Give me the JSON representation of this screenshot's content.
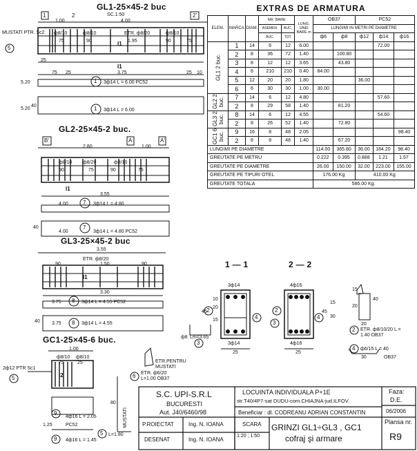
{
  "beams": {
    "gl1": {
      "title": "GL1-25×45-2 buc",
      "scale": "SC.1:50",
      "callouts": [
        "1",
        "2",
        "2'"
      ],
      "stirrup_label": "MUSTATI PTR. Sc2",
      "stirrup_mark": "5",
      "span_dims": [
        "1.00",
        "4.00"
      ],
      "spacing": [
        "ф8/10",
        "ф8/10",
        "ETR. ф8/20",
        "ф8/10"
      ],
      "spacing_dims": [
        "75",
        "90",
        "1.95",
        "90",
        "75"
      ],
      "pitch": "25",
      "bottom_dims": [
        "75",
        "25",
        "3.75",
        "25",
        "10"
      ],
      "section": "I1",
      "bar1_text": "3ф14  L = 6.00  PC52",
      "bar1_len": "5.20",
      "bar1_mark": "1",
      "bar1b_text": "3ф14  L = 6.00",
      "bar1b_len": "5.20",
      "bar1b_mark": "1",
      "h": "40"
    },
    "gl2": {
      "title": "GL2-25×45-2 buc.",
      "callouts": [
        "B'",
        "A",
        "A'"
      ],
      "span_dims": [
        "2.80",
        "1.00"
      ],
      "spacing": [
        "ф8/10",
        "ф8/20",
        "ф8/10"
      ],
      "spacing_dims": [
        "90",
        "75",
        "90",
        "75"
      ],
      "section": "I1",
      "len": "3.55",
      "bar1_text": "3ф14  L = 4.80",
      "bar1_len": "4.00",
      "bar1_mark": "7",
      "bar2_text": "3ф14  L = 4.80  PC52",
      "bar2_len": "4.00",
      "bar2_mark": "7",
      "h": "40"
    },
    "gl3": {
      "title": "GL3-25×45-2 buc",
      "span": "3.55",
      "spacing": "ETR. ф8/20",
      "spacing_dims": [
        "90",
        "1.50",
        "90"
      ],
      "section": "I1",
      "len": "3.30",
      "bar1_text": "3ф14  L = 4.55  PC52",
      "bar1_len": "3.75",
      "bar1_mark": "8",
      "bar2_text": "3ф14  L = 4.55",
      "bar2_len": "3.75",
      "bar2_mark": "8",
      "h": "40"
    },
    "gc1": {
      "title": "GC1-25×45-6 buc.",
      "span": "1.00",
      "spacing": [
        "ф8/10",
        "ф8/10"
      ],
      "spacing_dims": [
        "75",
        "25"
      ],
      "note": "2ф12 PTR Sc1",
      "note_mark": "5",
      "section": "I2",
      "bar1_text": "4ф16  L = 2.05",
      "bar1_len": "1.25",
      "bar1_mark": "9",
      "bar1_grade": "PC52",
      "bar2_text": "4ф16  L = 1.45",
      "bar2_mark": "9",
      "mustati": "MUSTATI",
      "mustati_mark": "5",
      "mustati_len": "L=1.80",
      "mustati_dim": "80",
      "etr_note": "ETR.PENTRU MUSTATI",
      "etr_mark": "6",
      "etr_text": "ETR. ф6/20 L=1.00 OB37"
    }
  },
  "sections": {
    "s11": {
      "title": "1 — 1",
      "top": "3ф14",
      "bottom": "3ф14",
      "width": "25",
      "height": "45",
      "dims": [
        "10",
        "20",
        "15"
      ],
      "marks": [
        "2",
        "4",
        "3"
      ],
      "hook": "Lm=3.65",
      "hook_mark": "3",
      "bar": "ф8"
    },
    "s22": {
      "title": "2 — 2",
      "top": "4ф16",
      "bottom": "4ф16",
      "width": "25",
      "height": "45",
      "dims": [
        "15",
        "30"
      ],
      "marks": [
        "2",
        "4",
        "3"
      ]
    },
    "details": {
      "etr_mark": "2",
      "etr_text": "ETR. ф8/10/20  L = 1.40  OB37",
      "pin_mark": "4",
      "pin_text": "ф6/15  L = 40",
      "pin_grade": "OB37",
      "pin_dim": "30",
      "dims": [
        "40",
        "20",
        "20",
        "15"
      ]
    }
  },
  "table": {
    "title": "EXTRAS DE ARMATURA",
    "headers": {
      "elem": "ELEM.",
      "marca": "MARCA",
      "diam": "DIAM.",
      "nr_bare": "NR. BARE",
      "nr_sub": [
        "ASEMEN.",
        "BUC.",
        "TOT."
      ],
      "lung": "LUNG. UNEI BARE m",
      "ob37": "OB37",
      "pc52": "PC52",
      "lung_header": "LUNGIMI IN METRI PE DIAMETRE",
      "diams": [
        "ф6",
        "ф8",
        "ф12",
        "ф14",
        "ф16"
      ]
    },
    "groups": [
      {
        "name": "GL1 2 buc.",
        "rows": [
          {
            "m": "1",
            "d": "14",
            "a": "6",
            "b": "12",
            "l": "6.00",
            "v": [
              "",
              "",
              "",
              "72.00",
              ""
            ]
          },
          {
            "m": "2",
            "d": "8",
            "a": "36",
            "b": "72",
            "l": "1.40",
            "v": [
              "",
              "100.80",
              "",
              "",
              ""
            ]
          },
          {
            "m": "3",
            "d": "8",
            "a": "12",
            "b": "12",
            "l": "3.65",
            "v": [
              "",
              "43.80",
              "",
              "",
              ""
            ]
          },
          {
            "m": "4",
            "d": "6",
            "a": "210",
            "b": "210",
            "l": "0.40",
            "v": [
              "84.00",
              "",
              "",
              "",
              ""
            ]
          },
          {
            "m": "5",
            "d": "12",
            "a": "20",
            "b": "20",
            "l": "1.80",
            "v": [
              "",
              "",
              "36.00",
              "",
              ""
            ]
          },
          {
            "m": "6",
            "d": "6",
            "a": "30",
            "b": "30",
            "l": "1.00",
            "v": [
              "30.00",
              "",
              "",
              "",
              ""
            ]
          }
        ]
      },
      {
        "name": "GL2 2 buc.",
        "rows": [
          {
            "m": "7",
            "d": "14",
            "a": "6",
            "b": "12",
            "l": "4.80",
            "v": [
              "",
              "",
              "",
              "57.60",
              ""
            ]
          },
          {
            "m": "2",
            "d": "8",
            "a": "29",
            "b": "58",
            "l": "1.40",
            "v": [
              "",
              "81.20",
              "",
              "",
              ""
            ]
          }
        ]
      },
      {
        "name": "GL3 2 buc.",
        "rows": [
          {
            "m": "8",
            "d": "14",
            "a": "6",
            "b": "12",
            "l": "4.55",
            "v": [
              "",
              "",
              "",
              "54.60",
              ""
            ]
          },
          {
            "m": "2",
            "d": "8",
            "a": "26",
            "b": "52",
            "l": "1.40",
            "v": [
              "",
              "72.80",
              "",
              "",
              ""
            ]
          }
        ]
      },
      {
        "name": "GC1 6 buc.",
        "rows": [
          {
            "m": "9",
            "d": "16",
            "a": "8",
            "b": "48",
            "l": "2.05",
            "v": [
              "",
              "",
              "",
              "",
              "98.40"
            ]
          },
          {
            "m": "2",
            "d": "8",
            "a": "8",
            "b": "48",
            "l": "1.40",
            "v": [
              "",
              "67.20",
              "",
              "",
              ""
            ]
          }
        ]
      }
    ],
    "summary": {
      "lungimi_label": "LUNGIMI  PE DIAMETRE",
      "lungimi": [
        "114.00",
        "365.80",
        "36.00",
        "184.20",
        "98.40"
      ],
      "gmetru_label": "GREUTATE PE METRU",
      "gmetru": [
        "0.222",
        "0.395",
        "0.888",
        "1.21",
        "1.57"
      ],
      "gdiam_label": "GREUTATE  PE  DIAMETRE",
      "gdiam": [
        "26.00",
        "150.00",
        "32.00",
        "223.00",
        "155.00"
      ],
      "gtip_label": "GREUTATE PE TIPURI OTEL",
      "gtip": [
        "176.00 Kg",
        "410.00 Kg"
      ],
      "gtot_label": "GREUTATE  TOTALA",
      "gtot": "586.00 Kg."
    }
  },
  "titleblock": {
    "company": "S.C. UPI-S.R.L",
    "city": "BUCURESTI",
    "aut": "Aut.  J40/6460/98",
    "project": "LOCUINTA INDIVIDUALA  P+1E",
    "address": "str.T40/4P7-sat DUDU-com.CHIAJNA-jud.ILFOV.",
    "beneficiar": "Beneficiar : dl. CODREANU ADRIAN CONSTANTIN",
    "faza_label": "Faza:",
    "faza": "D.E.",
    "date": "06/2006",
    "proiectat": "P.ROIECTAT",
    "designer1": "Ing. N. IOANA",
    "desenat": "DESENAT",
    "designer2": "Ing. N. IOANA",
    "scara_label": "SCARA",
    "scara": "1:20 ; 1:50",
    "drawing_title1": "GRINZI  GL1÷GL3 , GC1",
    "drawing_title2": "cofraj  şi  armare",
    "plansa_label": "Plansa nr.",
    "plansa": "R9"
  }
}
